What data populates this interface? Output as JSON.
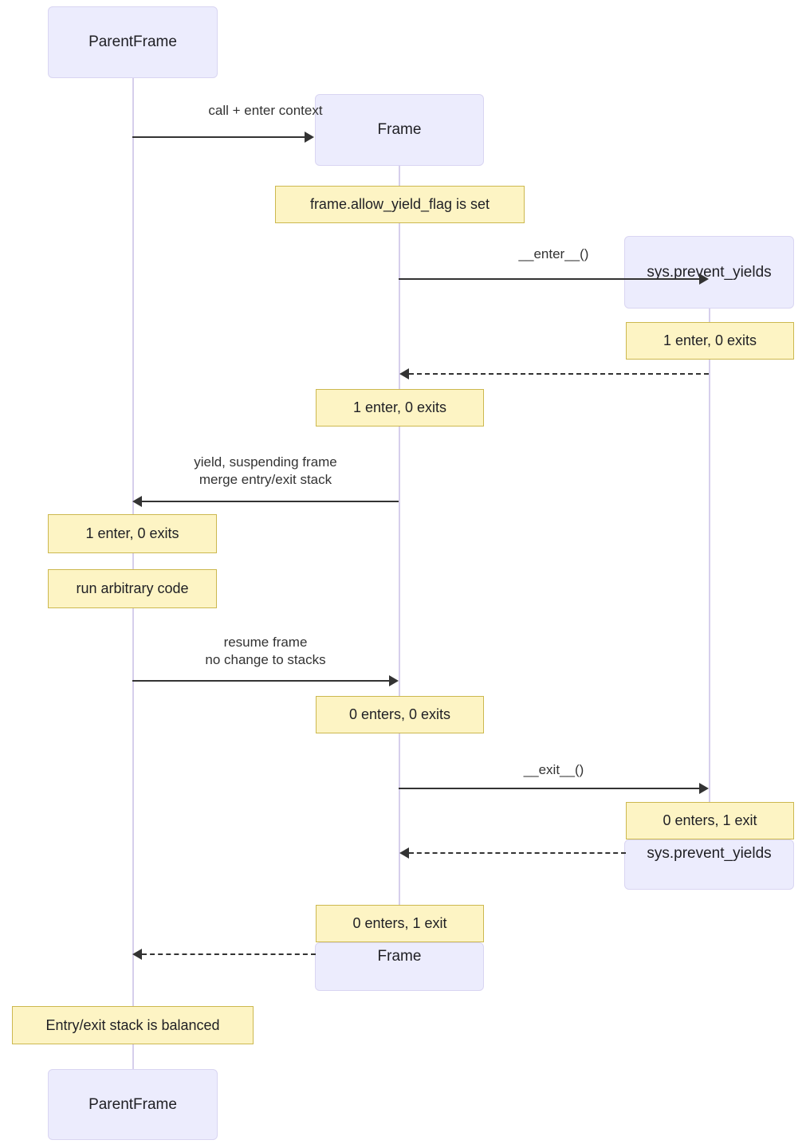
{
  "diagram": {
    "type": "sequence-diagram",
    "title": "Frame yield / context-manager entry-exit stack",
    "colors": {
      "participant_fill": "#ececfd",
      "participant_border": "#d9d5f2",
      "note_fill": "#fdf4c4",
      "note_border": "#ccb84f",
      "lifeline": "#d6cfec",
      "arrow": "#333333",
      "text": "#1f1f24",
      "background": "#ffffff"
    },
    "participants": [
      {
        "id": "parentframe",
        "label": "ParentFrame"
      },
      {
        "id": "frame",
        "label": "Frame"
      },
      {
        "id": "prevent_yields",
        "label": "sys.prevent_yields"
      }
    ],
    "header_boxes": [
      {
        "name": "parentframe-top",
        "label": "ParentFrame"
      },
      {
        "name": "frame-top",
        "label": "Frame"
      },
      {
        "name": "prevent-yields-top",
        "label": "sys.prevent_yields"
      }
    ],
    "footer_boxes": [
      {
        "name": "prevent-yields-bottom",
        "label": "sys.prevent_yields"
      },
      {
        "name": "frame-bottom",
        "label": "Frame"
      },
      {
        "name": "parentframe-bottom",
        "label": "ParentFrame"
      }
    ],
    "messages": [
      {
        "name": "call-enter-context",
        "label": "call + enter context",
        "from": "parentframe",
        "to": "frame",
        "style": "solid"
      },
      {
        "name": "enter-call",
        "label": "__enter__()",
        "from": "frame",
        "to": "prevent_yields",
        "style": "solid"
      },
      {
        "name": "enter-return",
        "label": "",
        "from": "prevent_yields",
        "to": "frame",
        "style": "dashed"
      },
      {
        "name": "yield-suspend",
        "label": "yield, suspending frame\nmerge entry/exit stack",
        "from": "frame",
        "to": "parentframe",
        "style": "solid"
      },
      {
        "name": "resume-frame",
        "label": "resume frame\nno change to stacks",
        "from": "parentframe",
        "to": "frame",
        "style": "solid"
      },
      {
        "name": "exit-call",
        "label": "__exit__()",
        "from": "frame",
        "to": "prevent_yields",
        "style": "solid"
      },
      {
        "name": "exit-return",
        "label": "",
        "from": "prevent_yields",
        "to": "frame",
        "style": "dashed"
      },
      {
        "name": "frame-return",
        "label": "",
        "from": "frame",
        "to": "parentframe",
        "style": "dashed"
      }
    ],
    "notes": [
      {
        "name": "note-allow-yield-flag",
        "text": "frame.allow_yield_flag is set",
        "over": "frame"
      },
      {
        "name": "note-prevent-yields-1enter",
        "text": "1 enter, 0 exits",
        "over": "prevent_yields"
      },
      {
        "name": "note-frame-1enter",
        "text": "1 enter, 0 exits",
        "over": "frame"
      },
      {
        "name": "note-parent-1enter",
        "text": "1 enter, 0 exits",
        "over": "parentframe"
      },
      {
        "name": "note-run-arbitrary-code",
        "text": "run arbitrary code",
        "over": "parentframe"
      },
      {
        "name": "note-frame-0enters-0exits",
        "text": "0 enters, 0 exits",
        "over": "frame"
      },
      {
        "name": "note-prevent-yields-0enters-1exit",
        "text": "0 enters, 1 exit",
        "over": "prevent_yields"
      },
      {
        "name": "note-frame-0enters-1exit",
        "text": "0 enters, 1 exit",
        "over": "frame"
      },
      {
        "name": "note-stack-balanced",
        "text": "Entry/exit stack is balanced",
        "over": "parentframe"
      }
    ]
  }
}
